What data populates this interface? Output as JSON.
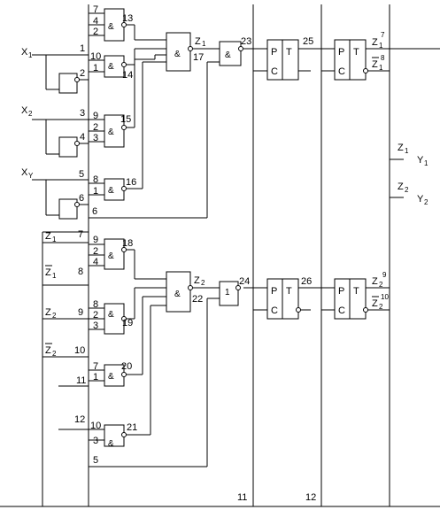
{
  "inputs": {
    "x1": {
      "letter": "X",
      "sub": "1"
    },
    "x2": {
      "letter": "X",
      "sub": "2"
    },
    "xy": {
      "letter": "X",
      "sub": "Y"
    }
  },
  "bus_labels": {
    "z1": {
      "letter": "Z",
      "sub": "1"
    },
    "z1bar": {
      "letter": "Z",
      "sub": "1"
    },
    "z2": {
      "letter": "Z",
      "sub": "2"
    },
    "z2bar": {
      "letter": "Z",
      "sub": "2"
    }
  },
  "pins": {
    "p1": "1",
    "p2": "2",
    "p3": "3",
    "p4": "4",
    "p5": "5",
    "p6": "6",
    "p6b": "6",
    "p7": "7",
    "p8": "8",
    "p9": "9",
    "p10": "10",
    "p11": "11",
    "p12": "12",
    "p5b": "5",
    "p11b": "11",
    "p12b": "12"
  },
  "gates": {
    "g13": {
      "sym": "&",
      "num": "13",
      "in": [
        "7",
        "4",
        "2"
      ]
    },
    "g14": {
      "sym": "&",
      "num": "14",
      "in": [
        "10",
        "1"
      ]
    },
    "g15": {
      "sym": "&",
      "num": "15",
      "in": [
        "9",
        "2",
        "3"
      ]
    },
    "g16": {
      "sym": "&",
      "num": "16",
      "in": [
        "8",
        "1"
      ]
    },
    "g17": {
      "sym": "&",
      "num": "17"
    },
    "g23": {
      "sym": "&",
      "num": "23"
    },
    "g18": {
      "sym": "&",
      "num": "18",
      "in": [
        "9",
        "2",
        "4"
      ]
    },
    "g19": {
      "sym": "&",
      "num": "19",
      "in": [
        "8",
        "2",
        "3"
      ]
    },
    "g20": {
      "sym": "&",
      "num": "20",
      "in": [
        "7",
        "1"
      ]
    },
    "g21": {
      "sym": "&",
      "num": "21",
      "in": [
        "10",
        "3"
      ]
    },
    "g22": {
      "sym": "&",
      "num": "22"
    },
    "g24": {
      "sym": "1",
      "num": "24"
    }
  },
  "gate_out_labels": {
    "z1": {
      "letter": "Z",
      "sub": "1"
    },
    "z2": {
      "letter": "Z",
      "sub": "2"
    }
  },
  "flipflops": {
    "p": "P",
    "t": "T",
    "c": "C",
    "n25": "25",
    "n26": "26",
    "n11": "11",
    "n12": "12"
  },
  "outputs": {
    "z1_top": {
      "letter": "Z",
      "sub": "1",
      "pin": "7"
    },
    "z1bar_top": {
      "letter": "Z",
      "sub": "1",
      "pin": "8"
    },
    "z2_bot": {
      "letter": "Z",
      "sub": "2",
      "pin": "9"
    },
    "z2bar_bot": {
      "letter": "Z",
      "sub": "2",
      "pin": "10"
    },
    "y1": {
      "z": "Z",
      "zsub": "1",
      "y": "Y",
      "ysub": "1"
    },
    "y2": {
      "z": "Z",
      "zsub": "2",
      "y": "Y",
      "ysub": "2"
    }
  }
}
